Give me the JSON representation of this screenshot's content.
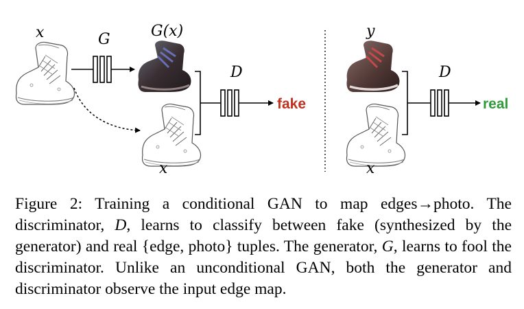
{
  "diagram": {
    "left": {
      "input_label": "x",
      "generator_label": "G",
      "output_label": "G(x)",
      "copied_input_label": "x",
      "discriminator_label": "D",
      "verdict": "fake"
    },
    "right": {
      "photo_label": "y",
      "input_label": "x",
      "discriminator_label": "D",
      "verdict": "real"
    },
    "colors": {
      "fake": "#c0311f",
      "real": "#2e9b3a"
    }
  },
  "caption": {
    "part1": "Figure 2: Training a conditional GAN to map edges→photo. The discriminator, ",
    "D": "D",
    "part2": ", learns to classify between fake (synthesized by the generator) and real {edge, photo} tuples. The generator, ",
    "G": "G",
    "part3": ", learns to fool the discriminator. Unlike an unconditional GAN, both the generator and discriminator observe the input edge map."
  }
}
